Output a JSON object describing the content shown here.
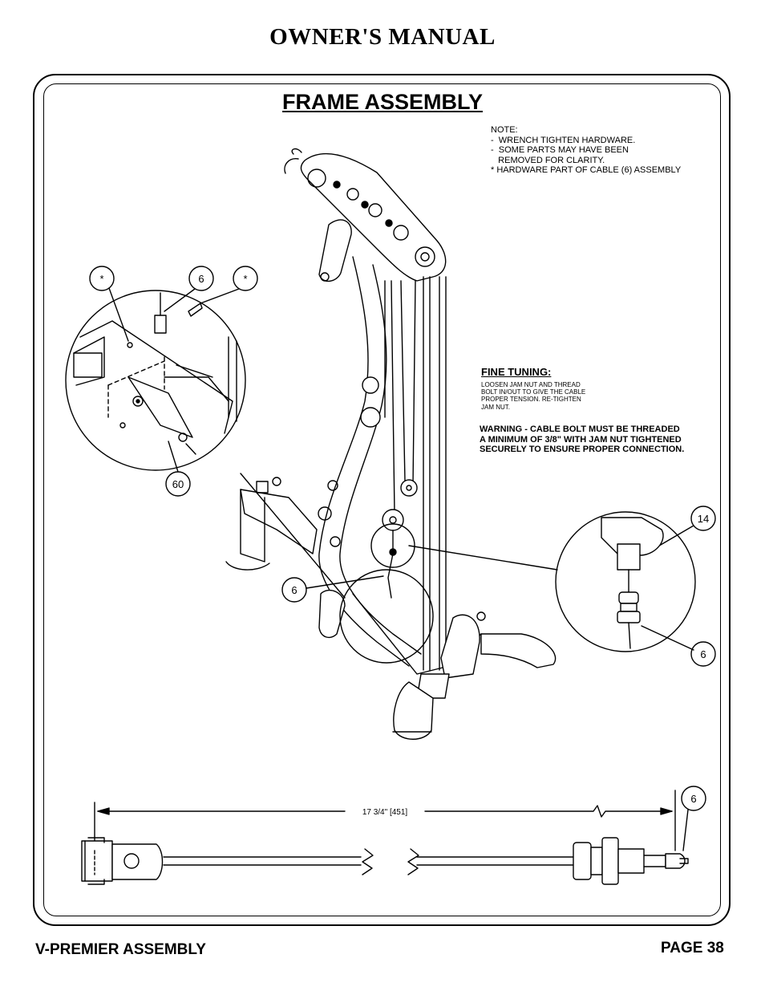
{
  "header": {
    "title": "OWNER'S MANUAL"
  },
  "section": {
    "title": "FRAME ASSEMBLY"
  },
  "note": {
    "lines": [
      "NOTE:",
      "-  WRENCH TIGHTEN HARDWARE.",
      "-  SOME PARTS MAY HAVE BEEN",
      "   REMOVED FOR CLARITY.",
      "* HARDWARE PART OF CABLE (6) ASSEMBLY"
    ]
  },
  "fine_tuning": {
    "title": "FINE TUNING:",
    "lines": [
      "LOOSEN JAM NUT AND THREAD",
      "BOLT IN/OUT TO GIVE THE CABLE",
      "PROPER TENSION.  RE-TIGHTEN",
      "JAM NUT."
    ]
  },
  "warning": {
    "lines": [
      "WARNING - CABLE BOLT MUST BE THREADED",
      "A MINIMUM OF 3/8\" WITH JAM NUT TIGHTENED",
      "SECURELY TO ENSURE PROPER CONNECTION."
    ]
  },
  "callouts": {
    "star_left": "*",
    "six_top": "6",
    "star_right": "*",
    "sixty": "60",
    "six_mid": "6",
    "fourteen": "14",
    "six_right": "6",
    "six_cable": "6"
  },
  "dimension": {
    "label": "17 3/4\" [451]"
  },
  "footer": {
    "left": "V-PREMIER ASSEMBLY",
    "right": "PAGE 38"
  }
}
